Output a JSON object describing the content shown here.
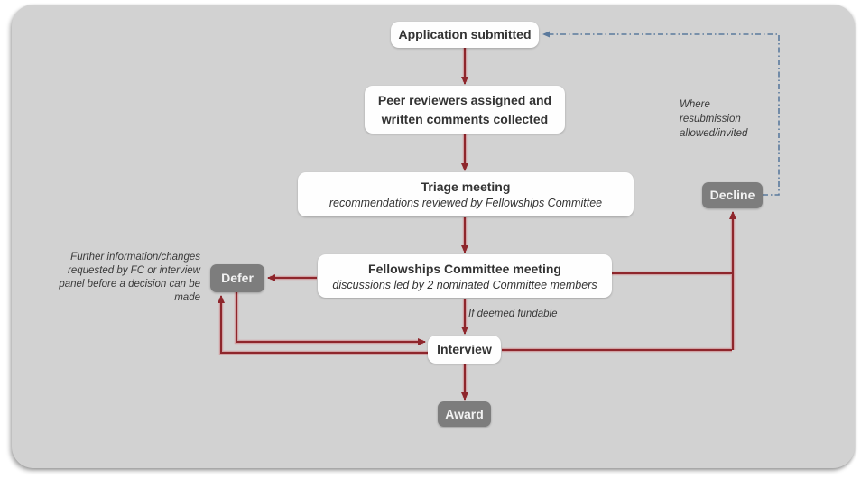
{
  "flowchart": {
    "nodes": {
      "application": {
        "label": "Application submitted"
      },
      "peer_review": {
        "label": "Peer reviewers assigned and written comments collected"
      },
      "triage": {
        "title": "Triage meeting",
        "subtitle": "recommendations reviewed by Fellowships Committee"
      },
      "fc_meeting": {
        "title": "Fellowships Committee meeting",
        "subtitle": "discussions led by 2 nominated Committee members"
      },
      "defer": {
        "label": "Defer"
      },
      "interview": {
        "label": "Interview"
      },
      "award": {
        "label": "Award"
      },
      "decline": {
        "label": "Decline"
      }
    },
    "edge_labels": {
      "fundable": "If deemed fundable",
      "resubmission": "Where resubmission allowed/invited",
      "defer_note": "Further information/changes requested by FC or interview panel before a decision can be made"
    },
    "edges": [
      {
        "from": "application",
        "to": "peer_review",
        "style": "red-arrow"
      },
      {
        "from": "peer_review",
        "to": "triage",
        "style": "red-arrow"
      },
      {
        "from": "triage",
        "to": "fc_meeting",
        "style": "red-arrow"
      },
      {
        "from": "fc_meeting",
        "to": "defer",
        "style": "red-arrow"
      },
      {
        "from": "fc_meeting",
        "to": "interview",
        "style": "red-arrow",
        "label": "If deemed fundable"
      },
      {
        "from": "fc_meeting",
        "to": "decline",
        "style": "red-arrow"
      },
      {
        "from": "interview",
        "to": "decline",
        "style": "red-arrow"
      },
      {
        "from": "interview",
        "to": "award",
        "style": "red-arrow"
      },
      {
        "from": "defer",
        "to": "interview",
        "style": "red-arrow"
      },
      {
        "from": "interview",
        "to": "defer",
        "style": "red-arrow"
      },
      {
        "from": "decline",
        "to": "application",
        "style": "blue-dash-dot",
        "label": "Where resubmission allowed/invited"
      }
    ],
    "colors": {
      "canvas": "#d2d2d2",
      "white_node": "#fefefe",
      "gray_node": "#7d7d7d",
      "red_arrow": "#8e262c",
      "red_halo": "#d08a8e",
      "blue_arrow": "#5b7a9d",
      "text": "#333333"
    }
  }
}
